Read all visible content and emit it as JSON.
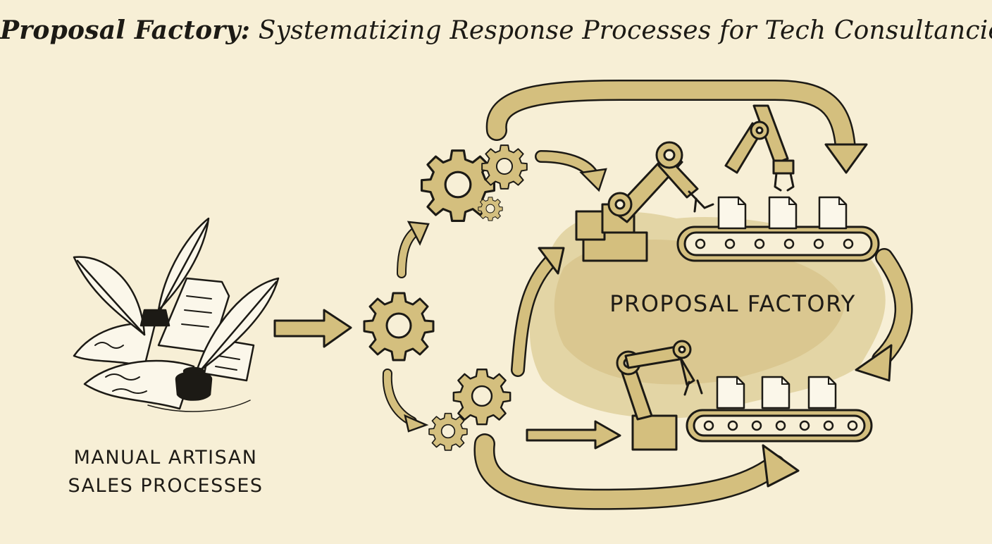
{
  "title": {
    "bold": "Proposal Factory:",
    "rest": "Systematizing Response Processes for Tech Consultancies"
  },
  "labels": {
    "manual_line1": "MANUAL ARTISAN",
    "manual_line2": "SALES PROCESSES",
    "factory": "PROPOSAL FACTORY"
  },
  "colors": {
    "paper": "#f7efd6",
    "ink": "#1c1a15",
    "wash": "#d4bf7e",
    "wash_light": "#e6d6a0",
    "document": "#fbf7ea"
  }
}
